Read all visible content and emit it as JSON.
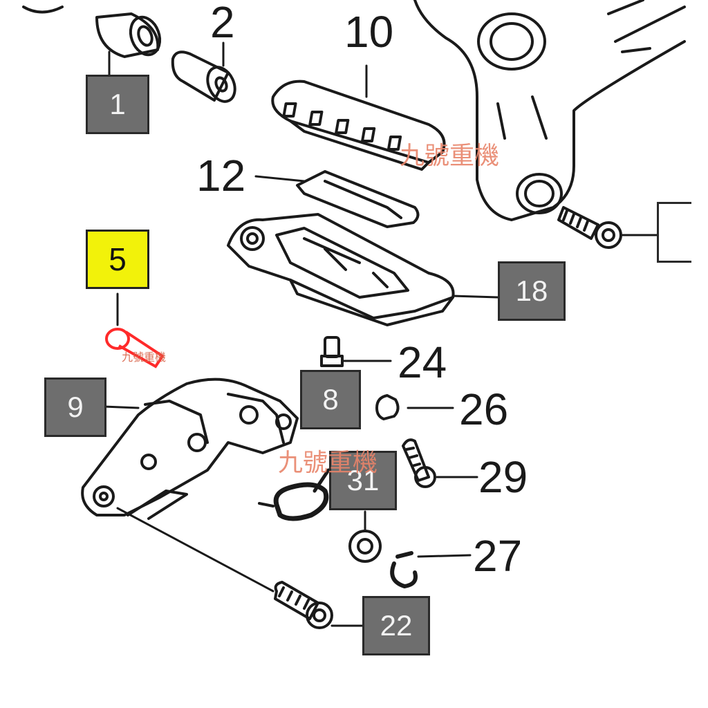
{
  "parts_diagram": {
    "highlight_color": "#f2f20a",
    "box_color": "#6e6e6e",
    "selected_part_color": "#ff2a2a",
    "boxed_callouts": [
      {
        "id": "1",
        "label": "1"
      },
      {
        "id": "5",
        "label": "5",
        "highlighted": true
      },
      {
        "id": "9",
        "label": "9"
      },
      {
        "id": "8",
        "label": "8"
      },
      {
        "id": "18",
        "label": "18"
      },
      {
        "id": "31",
        "label": "31"
      },
      {
        "id": "22",
        "label": "22"
      }
    ],
    "plain_callouts": [
      {
        "id": "2",
        "label": "2"
      },
      {
        "id": "10",
        "label": "10"
      },
      {
        "id": "12",
        "label": "12"
      },
      {
        "id": "24",
        "label": "24"
      },
      {
        "id": "26",
        "label": "26"
      },
      {
        "id": "29",
        "label": "29"
      },
      {
        "id": "27",
        "label": "27"
      }
    ],
    "watermark": "九號重機"
  }
}
